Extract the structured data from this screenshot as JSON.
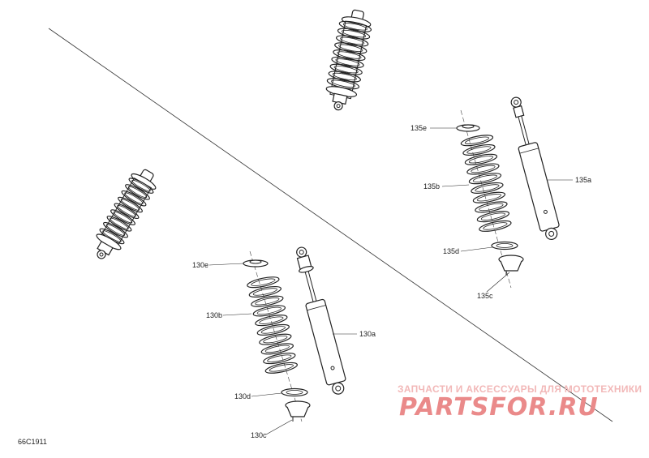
{
  "diagram": {
    "code": "66C1911",
    "callouts": {
      "c130a": "130a",
      "c130b": "130b",
      "c130c": "130c",
      "c130d": "130d",
      "c130e": "130e",
      "c135a": "135a",
      "c135b": "135b",
      "c135c": "135c",
      "c135d": "135d",
      "c135e": "135e"
    }
  },
  "watermark": {
    "tagline": "ЗАПЧАСТИ И АКСЕССУАРЫ ДЛЯ МОТОТЕХНИКИ",
    "logo": "PARTSFOR.RU"
  },
  "colors": {
    "line": "#222222",
    "watermark": "#ea8a8a"
  }
}
